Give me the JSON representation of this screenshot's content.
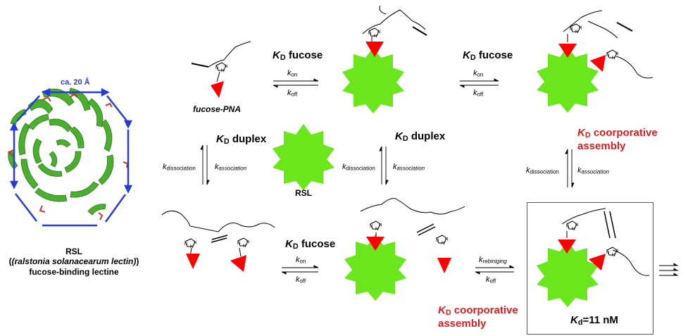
{
  "colors": {
    "rsl_green": "#6ce61c",
    "sugar_red": "#ff0000",
    "red_text": "#e41a1c",
    "protein_green": "#4cae2e",
    "arrow_blue": "#2a3ad8"
  },
  "left_panel": {
    "size_label": "ca. 20 Å",
    "name": "RSL",
    "subtitle": "(ralstonia solanacearum lectin)",
    "description": "fucose-binding lectine"
  },
  "ligand_label": "fucose-PNA",
  "center_rsl_label": "RSL",
  "kd_symbol": "K",
  "kd_sub": "D",
  "kd_fucose_word": "fucose",
  "kd_duplex_word": "duplex",
  "kd_coop_word": "coorporative",
  "kd_coop_word2": "assembly",
  "rate": {
    "k": "k",
    "on": "on",
    "off": "off",
    "dissociation": "dissociation",
    "association": "association",
    "rebiniging": "rebiniging"
  },
  "final_box": {
    "kd_sub": "d",
    "value": "=11 nM"
  }
}
